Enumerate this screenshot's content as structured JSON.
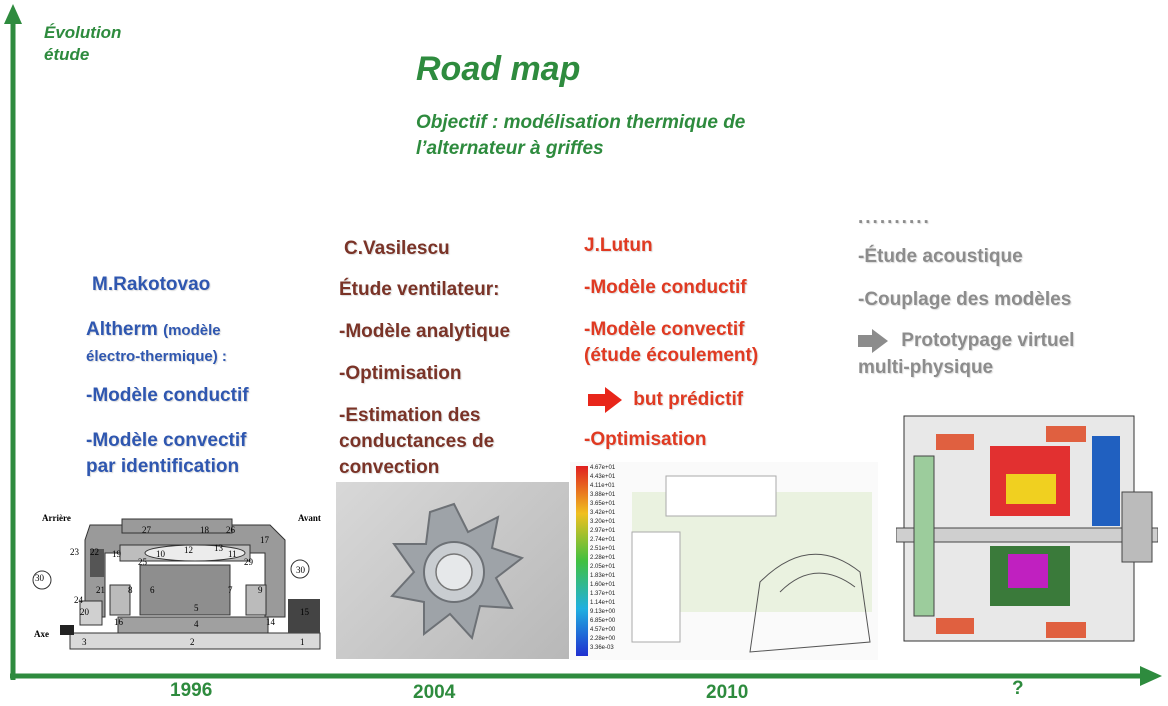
{
  "y_axis_label": [
    "Évolution",
    "étude"
  ],
  "title": "Road map",
  "objective": [
    "Objectif : modélisation thermique de",
    "l’alternateur à griffes"
  ],
  "col1": {
    "name": "M.Rakotovao",
    "altherm": "Altherm",
    "altherm_paren1": "(modèle",
    "altherm_paren2": "électro-thermique) :",
    "items": [
      "-Modèle conductif",
      "-Modèle convectif",
      "par identification"
    ]
  },
  "col2": {
    "name": "C.Vasilescu",
    "heading": "Étude ventilateur:",
    "items": [
      "-Modèle analytique",
      "-Optimisation",
      "-Estimation des",
      "conductances de",
      "convection"
    ]
  },
  "col3": {
    "name": "J.Lutun",
    "items": [
      "-Modèle conductif",
      "-Modèle convectif",
      "(étude écoulement)",
      "but prédictif",
      "-Optimisation"
    ]
  },
  "col4": {
    "dots": "..........",
    "items": [
      "-Étude acoustique",
      "-Couplage des modèles",
      "Prototypage virtuel",
      "multi-physique"
    ]
  },
  "diagram_labels": {
    "arriere": "Arrière",
    "avant": "Avant",
    "axe": "Axe",
    "numbers": [
      "27",
      "18",
      "26",
      "17",
      "13",
      "12",
      "10",
      "11",
      "25",
      "29",
      "23",
      "22",
      "19",
      "30",
      "30",
      "21",
      "8",
      "6",
      "7",
      "9",
      "24",
      "5",
      "20",
      "16",
      "4",
      "14",
      "15",
      "3",
      "2",
      "1"
    ]
  },
  "colorbar_labels": [
    "4.67e+01",
    "4.43e+01",
    "4.11e+01",
    "3.88e+01",
    "3.65e+01",
    "3.42e+01",
    "3.20e+01",
    "2.97e+01",
    "2.74e+01",
    "2.51e+01",
    "2.28e+01",
    "2.05e+01",
    "1.83e+01",
    "1.60e+01",
    "1.37e+01",
    "1.14e+01",
    "9.13e+00",
    "6.85e+00",
    "4.57e+00",
    "2.28e+00",
    "3.36e-03"
  ],
  "years": [
    "1996",
    "2004",
    "2010",
    "?"
  ],
  "colors": {
    "green": "#2e8b3e",
    "blue": "#2f57b0",
    "brown": "#7a3327",
    "red": "#e03a22",
    "grey": "#8c8c8c"
  }
}
